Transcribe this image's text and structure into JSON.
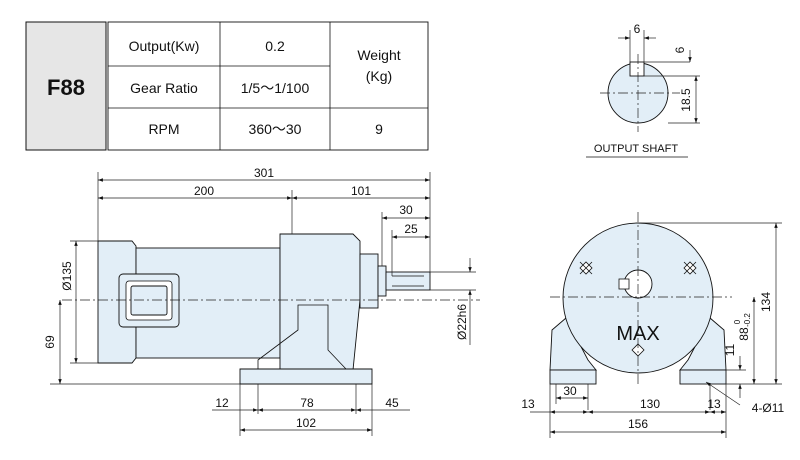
{
  "model": "F88",
  "spec_table": {
    "output_label": "Output(Kw)",
    "output_value": "0.2",
    "gear_ratio_label": "Gear Ratio",
    "gear_ratio_value": "1/5～1/100",
    "rpm_label": "RPM",
    "rpm_value": "360～30",
    "weight_label": "Weight\n(Kg)",
    "weight_label_line1": "Weight",
    "weight_label_line2": "(Kg)",
    "weight_value": "9"
  },
  "output_shaft": {
    "caption": "OUTPUT SHAFT",
    "key_width": "6",
    "key_depth": "6",
    "key_height": "18.5"
  },
  "side_view": {
    "overall_length": "301",
    "motor_length": "200",
    "gear_length": "101",
    "shaft_length": "30",
    "key_length": "25",
    "motor_diameter": "Ø135",
    "shaft_height": "69",
    "shaft_diameter": "Ø22h6",
    "base_offset": "12",
    "base_inner": "78",
    "base_overhang": "45",
    "base_length": "102"
  },
  "front_view": {
    "label": "MAX",
    "height_total": "134",
    "center_height": "88",
    "center_tol_upper": "0",
    "center_tol_lower": "-0.2",
    "foot_thickness": "11",
    "foot_pad": "30",
    "hole_spacing": "130",
    "edge_left": "13",
    "edge_right": "13",
    "base_width": "156",
    "holes": "4-Ø11"
  },
  "colors": {
    "body_fill": "#e2eef7",
    "model_cell_fill": "#e6e6e6",
    "line": "#111111"
  }
}
